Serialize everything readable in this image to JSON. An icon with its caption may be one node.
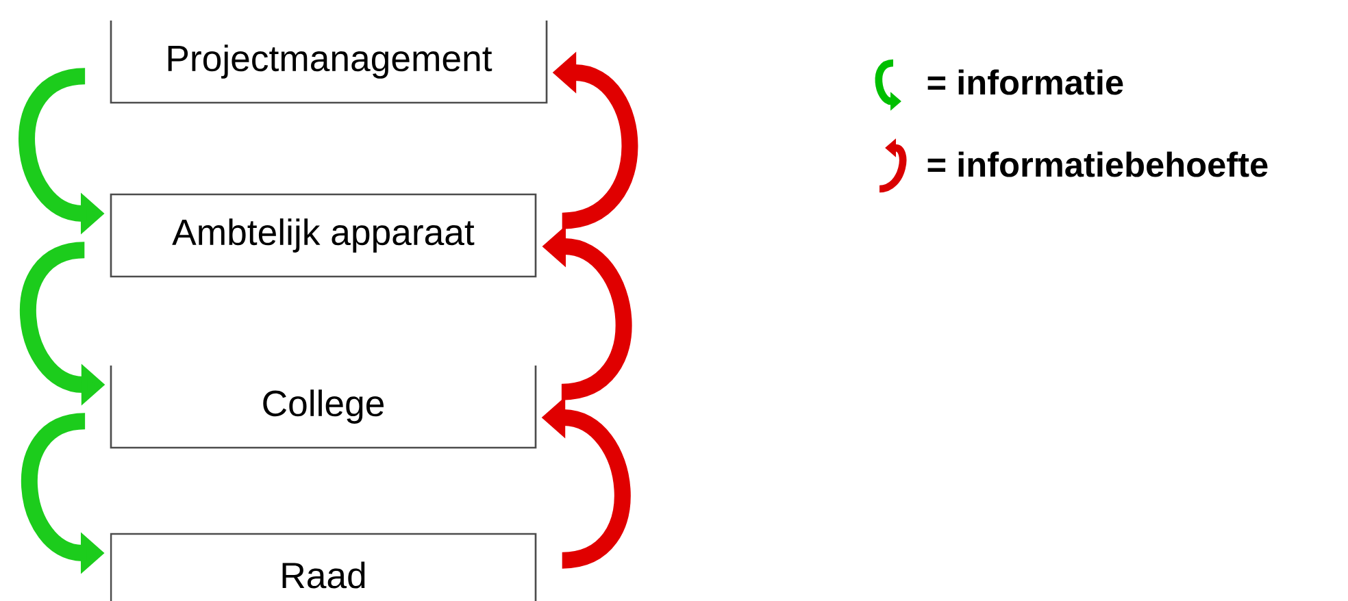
{
  "diagram": {
    "nodes": [
      {
        "text": [
          "Projectmanagement"
        ]
      },
      {
        "text": [
          "Ambtelijk apparaat"
        ]
      },
      {
        "text": [
          "College"
        ]
      },
      {
        "text": [
          "Raad"
        ]
      }
    ],
    "edges": [
      {
        "from": 0,
        "to": 1,
        "arrow": "to",
        "color": "#1ccc1c"
      },
      {
        "from": 1,
        "to": 2,
        "arrow": "to",
        "color": "#1ccc1c"
      },
      {
        "from": 2,
        "to": 3,
        "arrow": "to",
        "color": "#1ccc1c"
      },
      {
        "from": 1,
        "to": 0,
        "arrow": "to",
        "color": "#e00000"
      },
      {
        "from": 2,
        "to": 1,
        "arrow": "to",
        "color": "#e00000"
      },
      {
        "from": 3,
        "to": 2,
        "arrow": "to",
        "color": "#e00000"
      }
    ],
    "legend": [
      {
        "text": "= informatie"
      },
      {
        "text": "= informatiebehoefte"
      }
    ]
  }
}
